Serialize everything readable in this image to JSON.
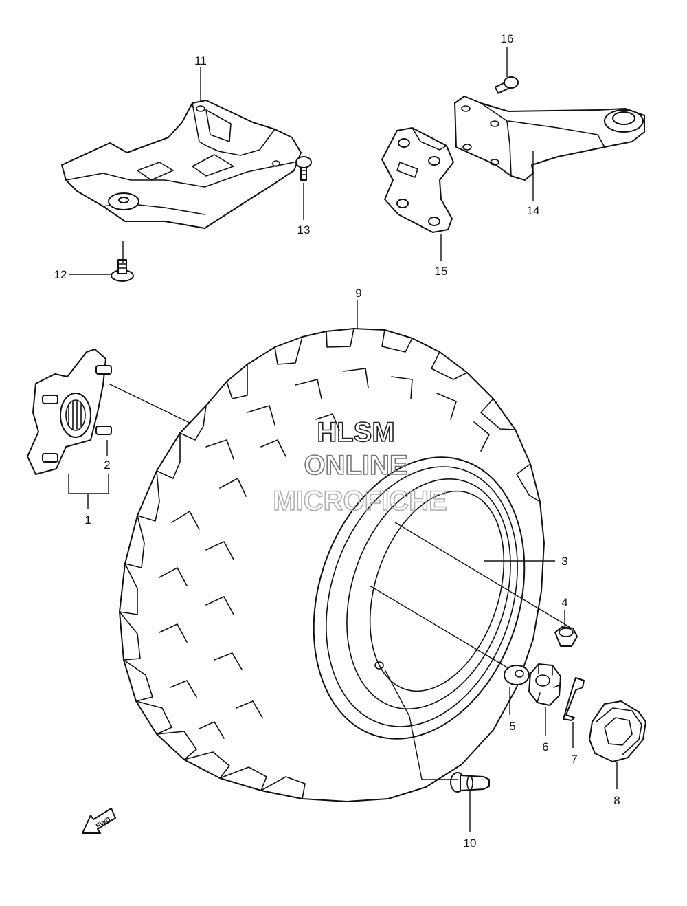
{
  "watermark": {
    "line1": "HLSM",
    "line2": "ONLINE",
    "line3": "MICROFICHE"
  },
  "callouts": [
    {
      "id": "1",
      "label": "1"
    },
    {
      "id": "2",
      "label": "2"
    },
    {
      "id": "3",
      "label": "3"
    },
    {
      "id": "4",
      "label": "4"
    },
    {
      "id": "5",
      "label": "5"
    },
    {
      "id": "6",
      "label": "6"
    },
    {
      "id": "7",
      "label": "7"
    },
    {
      "id": "8",
      "label": "8"
    },
    {
      "id": "9",
      "label": "9"
    },
    {
      "id": "10",
      "label": "10"
    },
    {
      "id": "11",
      "label": "11"
    },
    {
      "id": "12",
      "label": "12"
    },
    {
      "id": "13",
      "label": "13"
    },
    {
      "id": "14",
      "label": "14"
    },
    {
      "id": "15",
      "label": "15"
    },
    {
      "id": "16",
      "label": "16"
    }
  ],
  "direction_arrow": {
    "label": "FWD"
  },
  "colors": {
    "line": "#111111",
    "watermark": "#8a8a8a",
    "background": "#ffffff"
  }
}
